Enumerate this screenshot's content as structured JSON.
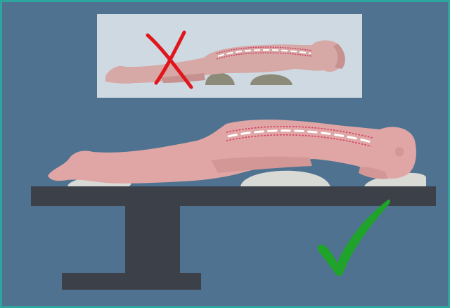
{
  "colors": {
    "background": "#4f7290",
    "frame_border": "#2fa5a0",
    "inset_panel": "#cfd9e2",
    "body_skin": "#e0a6a5",
    "body_skin_inset": "#d6a8a6",
    "spine_outline": "#d33d63",
    "spine_disc": "#ffffff",
    "cushion": "#d9d9d6",
    "inset_cushion": "#8c8b79",
    "table": "#3c4048",
    "wrong_mark": "#e0161c",
    "correct_mark": "#1fa32a"
  },
  "icons": {
    "wrong_mark": "red-x-icon",
    "correct_mark": "green-checkmark-icon"
  },
  "inset": {
    "spine_disc_count": 9,
    "verdict": "incorrect"
  },
  "main": {
    "spine_disc_count": 11,
    "verdict": "correct"
  }
}
